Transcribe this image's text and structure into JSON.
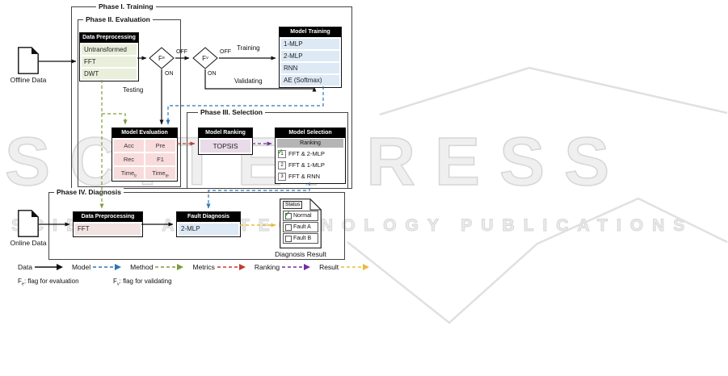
{
  "watermark": {
    "title": "SCITEPRESS",
    "subtitle": "SCIENCE AND TECHNOLOGY PUBLICATIONS"
  },
  "phases": {
    "p1": "Phase I. Training",
    "p2": "Phase II. Evaluation",
    "p3": "Phase III. Selection",
    "p4": "Phase IV. Diagnosis"
  },
  "offline": {
    "label": "Offline Data"
  },
  "online": {
    "label": "Online Data"
  },
  "pp_train": {
    "title": "Data Preprocessing",
    "items": [
      "Untransformed",
      "FFT",
      "DWT"
    ],
    "item_color": "#e9efdb"
  },
  "flags": {
    "fe_base": "F",
    "fe_sub": "e",
    "fv_base": "F",
    "fv_sub": "v",
    "off": "OFF",
    "on": "ON",
    "training": "Training",
    "validating": "Validating",
    "testing": "Testing"
  },
  "mt": {
    "title": "Model Training",
    "items": [
      "1-MLP",
      "2-MLP",
      "RNN",
      "AE (Softmax)"
    ],
    "item_color": "#dde9f5"
  },
  "me": {
    "title": "Model Evaluation",
    "cells": [
      {
        "t": "Acc",
        "sub": ""
      },
      {
        "t": "Pre",
        "sub": ""
      },
      {
        "t": "Rec",
        "sub": ""
      },
      {
        "t": "F1",
        "sub": ""
      },
      {
        "t": "Time",
        "sub": "tr"
      },
      {
        "t": "Time",
        "sub": "te"
      }
    ],
    "cell_color": "#f7dcdb"
  },
  "mr": {
    "title": "Model Ranking",
    "method": "TOPSIS",
    "item_color": "#e9dbe9"
  },
  "ms": {
    "title": "Model Selection",
    "sub": "Ranking",
    "check": "✓",
    "rows": [
      {
        "rank": "1",
        "label": "FFT & 2-MLP",
        "checked": true
      },
      {
        "rank": "2",
        "label": "FFT & 1-MLP",
        "checked": false
      },
      {
        "rank": "3",
        "label": "FFT & RNN",
        "checked": false
      }
    ]
  },
  "pp_diag": {
    "title": "Data Preprocessing",
    "items": [
      "FFT"
    ],
    "item_color": "#f1e3e1"
  },
  "fd": {
    "title": "Fault Diagnosis",
    "items": [
      "2-MLP"
    ],
    "item_color": "#dde9f5"
  },
  "doc": {
    "status": "Status",
    "check": "✓",
    "rows": [
      {
        "label": "Normal",
        "checked": true
      },
      {
        "label": "Fault A",
        "checked": false
      },
      {
        "label": "Fault B",
        "checked": false
      }
    ],
    "caption": "Diagnosis Result"
  },
  "legend": {
    "items": [
      {
        "label": "Data",
        "color": "#111111",
        "style": "solid"
      },
      {
        "label": "Model",
        "color": "#2e75b6",
        "style": "dashed"
      },
      {
        "label": "Method",
        "color": "#7f9c3e",
        "style": "dashed"
      },
      {
        "label": "Metrics",
        "color": "#c23b2f",
        "style": "dashed"
      },
      {
        "label": "Ranking",
        "color": "#7030a0",
        "style": "dashed"
      },
      {
        "label": "Result",
        "color": "#e7bd3a",
        "style": "dashed"
      }
    ]
  },
  "notes": [
    {
      "base": "F",
      "sub": "e",
      "text": ": flag for evaluation"
    },
    {
      "base": "F",
      "sub": "v",
      "text": ": flag for validating"
    }
  ]
}
